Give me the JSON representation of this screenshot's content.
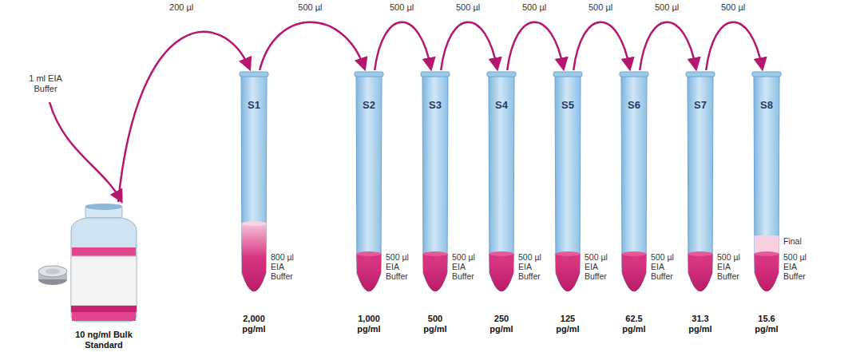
{
  "diagram": {
    "nodes": [
      {
        "text": [
          "10 ng/ml Bulk Standard"
        ]
      },
      {
        "text": [
          "S1",
          "800 µl EIA Buffer",
          "2,000 pg/ml"
        ]
      },
      {
        "text": [
          "S2",
          "500 µl EIA Buffer",
          "1,000 pg/ml"
        ]
      },
      {
        "text": [
          "S3",
          "500 µl EIA Buffer",
          "500 pg/ml"
        ]
      },
      {
        "text": [
          "S4",
          "500 µl EIA Buffer",
          "250 pg/ml"
        ]
      },
      {
        "text": [
          "S5",
          "500 µl EIA Buffer",
          "125 pg/ml"
        ]
      },
      {
        "text": [
          "S6",
          "500 µl EIA Buffer",
          "62.5 pg/ml"
        ]
      },
      {
        "text": [
          "S7",
          "500 µl EIA Buffer",
          "31.3 pg/ml"
        ]
      },
      {
        "text": [
          "S8",
          "Final",
          "500 µl EIA Buffer",
          "15.6 pg/ml"
        ]
      }
    ],
    "edges": [
      {
        "from": 0,
        "to": 1,
        "label": "200 µl",
        "arrow": "to"
      },
      {
        "from": 1,
        "to": 2,
        "label": "500 µl",
        "arrow": "to"
      },
      {
        "from": 2,
        "to": 3,
        "label": "500 µl",
        "arrow": "to"
      },
      {
        "from": 3,
        "to": 4,
        "label": "500 µl",
        "arrow": "to"
      },
      {
        "from": 4,
        "to": 5,
        "label": "500 µl",
        "arrow": "to"
      },
      {
        "from": 5,
        "to": 6,
        "label": "500 µl",
        "arrow": "to"
      },
      {
        "from": 6,
        "to": 7,
        "label": "500 µl",
        "arrow": "to"
      },
      {
        "from": 7,
        "to": 8,
        "label": "500 µl",
        "arrow": "to"
      }
    ],
    "labels": [
      "1 ml EIA Buffer"
    ]
  }
}
